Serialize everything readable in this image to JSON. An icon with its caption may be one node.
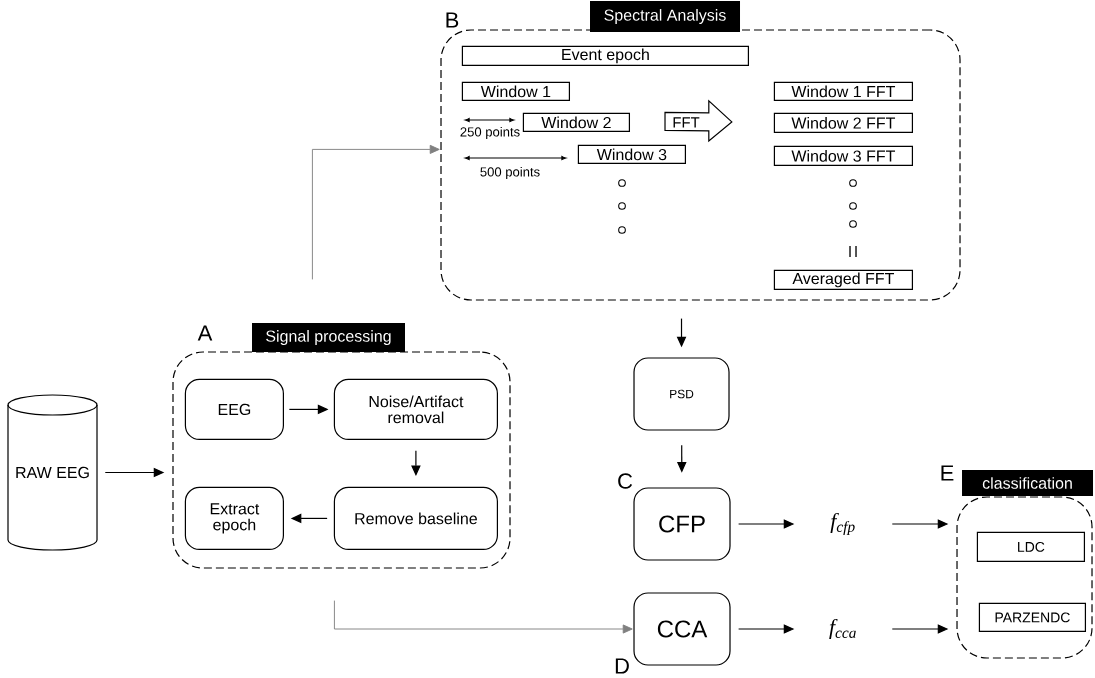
{
  "diagram": {
    "nodes": [
      {
        "text": [
          "RAW EEG"
        ]
      },
      {
        "text": [
          "Signal processing"
        ],
        "beside": [
          "A"
        ]
      },
      {
        "text": [
          "EEG"
        ],
        "in": 1
      },
      {
        "text": [
          "Noise/Artifact removal"
        ],
        "in": 1
      },
      {
        "text": [
          "Remove baseline"
        ],
        "in": 1
      },
      {
        "text": [
          "Extract epoch"
        ],
        "in": 1
      },
      {
        "text": [
          "Spectral Analysis"
        ],
        "beside": [
          "B"
        ]
      },
      {
        "text": [
          "Event epoch"
        ],
        "in": 6
      },
      {
        "text": [
          "Window 1"
        ],
        "in": 6
      },
      {
        "text": [
          "Window 2"
        ],
        "in": 6
      },
      {
        "text": [
          "Window 3"
        ],
        "in": 6
      },
      {
        "text": [
          "Window 1 FFT"
        ],
        "in": 6
      },
      {
        "text": [
          "Window 2 FFT"
        ],
        "in": 6
      },
      {
        "text": [
          "Window 3 FFT"
        ],
        "in": 6
      },
      {
        "text": [
          "Averaged FFT"
        ],
        "in": 6
      },
      {
        "text": [
          "PSD"
        ]
      },
      {
        "text": [
          "CFP"
        ],
        "beside": [
          "C"
        ]
      },
      {
        "text": [
          "CCA"
        ],
        "beside": [
          "D"
        ]
      },
      {
        "text": [
          "f$_{cfp}$"
        ]
      },
      {
        "text": [
          "f$_{cca}$"
        ]
      },
      {
        "text": [
          "classification"
        ],
        "beside": [
          "E"
        ]
      },
      {
        "text": [
          "LDC"
        ],
        "in": 20
      },
      {
        "text": [
          "PARZENDC"
        ],
        "in": 20
      }
    ],
    "edges": [
      {
        "from": 0,
        "to": 1,
        "arrow": "to"
      },
      {
        "from": 2,
        "to": 3,
        "arrow": "to"
      },
      {
        "from": 3,
        "to": 4,
        "arrow": "to"
      },
      {
        "from": 4,
        "to": 5,
        "arrow": "to"
      },
      {
        "from": 1,
        "to": 6,
        "arrow": "to",
        "color": "#808080"
      },
      {
        "from": 1,
        "to": 17,
        "arrow": "to",
        "color": "#808080"
      },
      {
        "from": 9,
        "to": 12,
        "arrow": "to",
        "label": "FFT",
        "style": "thick"
      },
      {
        "from": 6,
        "to": 15,
        "arrow": "to"
      },
      {
        "from": 15,
        "to": 16,
        "arrow": "to"
      },
      {
        "from": 16,
        "to": 18,
        "arrow": "to"
      },
      {
        "from": 18,
        "to": 20,
        "arrow": "to"
      },
      {
        "from": 17,
        "to": 19,
        "arrow": "to"
      },
      {
        "from": 19,
        "to": 20,
        "arrow": "to"
      }
    ],
    "labels": [
      "250 points",
      "500 points"
    ]
  }
}
